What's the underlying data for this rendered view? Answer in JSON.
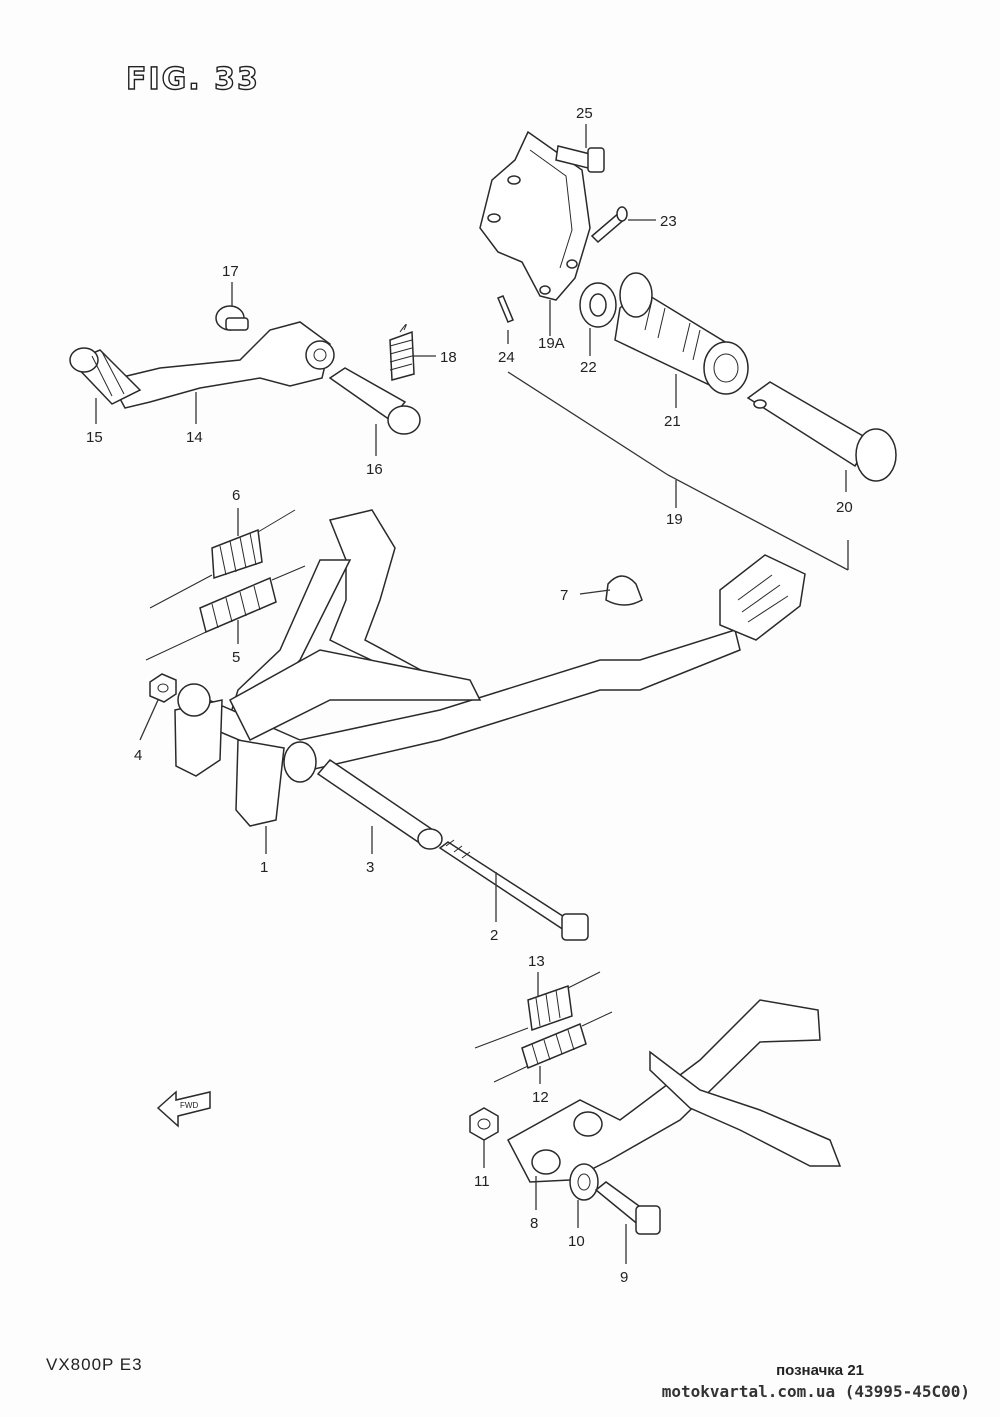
{
  "figure": {
    "title": "FIG. 33",
    "model": "VX800P  E3"
  },
  "callouts": [
    "25",
    "23",
    "17",
    "18",
    "24",
    "19A",
    "22",
    "21",
    "15",
    "14",
    "16",
    "20",
    "19",
    "6",
    "7",
    "5",
    "4",
    "1",
    "3",
    "2",
    "13",
    "12",
    "11",
    "8",
    "10",
    "9"
  ],
  "front_arrow_text": "FWD",
  "footer": {
    "label": "позначка 21",
    "site": "motokvartal.com.ua (43995-45C00)"
  }
}
